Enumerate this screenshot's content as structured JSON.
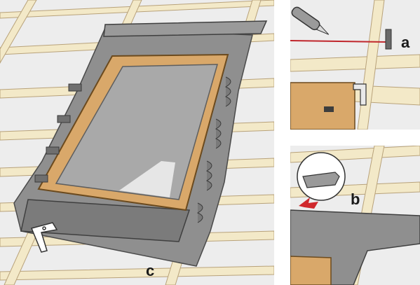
{
  "labels": {
    "a": "a",
    "b": "b",
    "c": "c"
  },
  "colors": {
    "background": "#ededed",
    "batten": "#f3e9c8",
    "batten_edge": "#b8a27a",
    "flashing": "#8f8f8f",
    "flashing_dark": "#5f5f5f",
    "frame_wood": "#d9a86a",
    "glass": "#a9a9a9",
    "red_arrow": "#d0282c"
  },
  "icons": {
    "knife": "utility-knife-icon",
    "bracket": "mounting-bracket-icon",
    "gutter_profile": "gutter-profile-icon",
    "arrow": "red-arrow-icon"
  }
}
